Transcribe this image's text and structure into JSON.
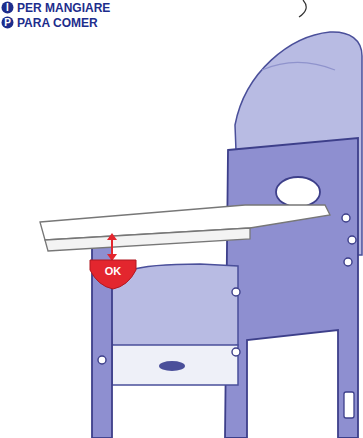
{
  "diagram": {
    "nodes": [
      {
        "text": [
          "I"
        ]
      },
      {
        "text": [
          "P"
        ]
      },
      {
        "text": [
          "OK"
        ]
      }
    ],
    "labels": [
      "PER MANGIARE",
      "PARA COMER"
    ]
  }
}
